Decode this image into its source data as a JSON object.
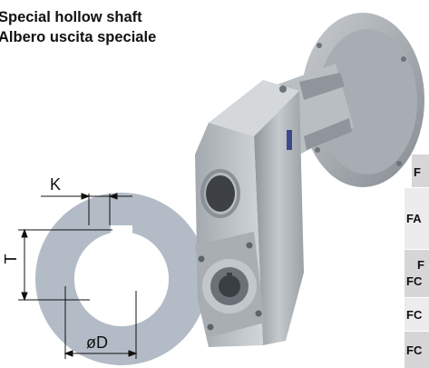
{
  "heading": {
    "line1": "Special hollow shaft",
    "line2": "Albero uscita speciale"
  },
  "dimensions": {
    "keyway_width": "K",
    "hub_height": "T",
    "bore_diameter": "øD"
  },
  "table_rows": [
    {
      "label": "F"
    },
    {
      "label": "FA"
    },
    {
      "label": "F"
    },
    {
      "label": "FC"
    },
    {
      "label": "FC"
    },
    {
      "label": "FC"
    }
  ],
  "colors": {
    "ring_fill": "#b3bcc6",
    "table_dark": "#d6d6d6",
    "table_light": "#ececec"
  }
}
